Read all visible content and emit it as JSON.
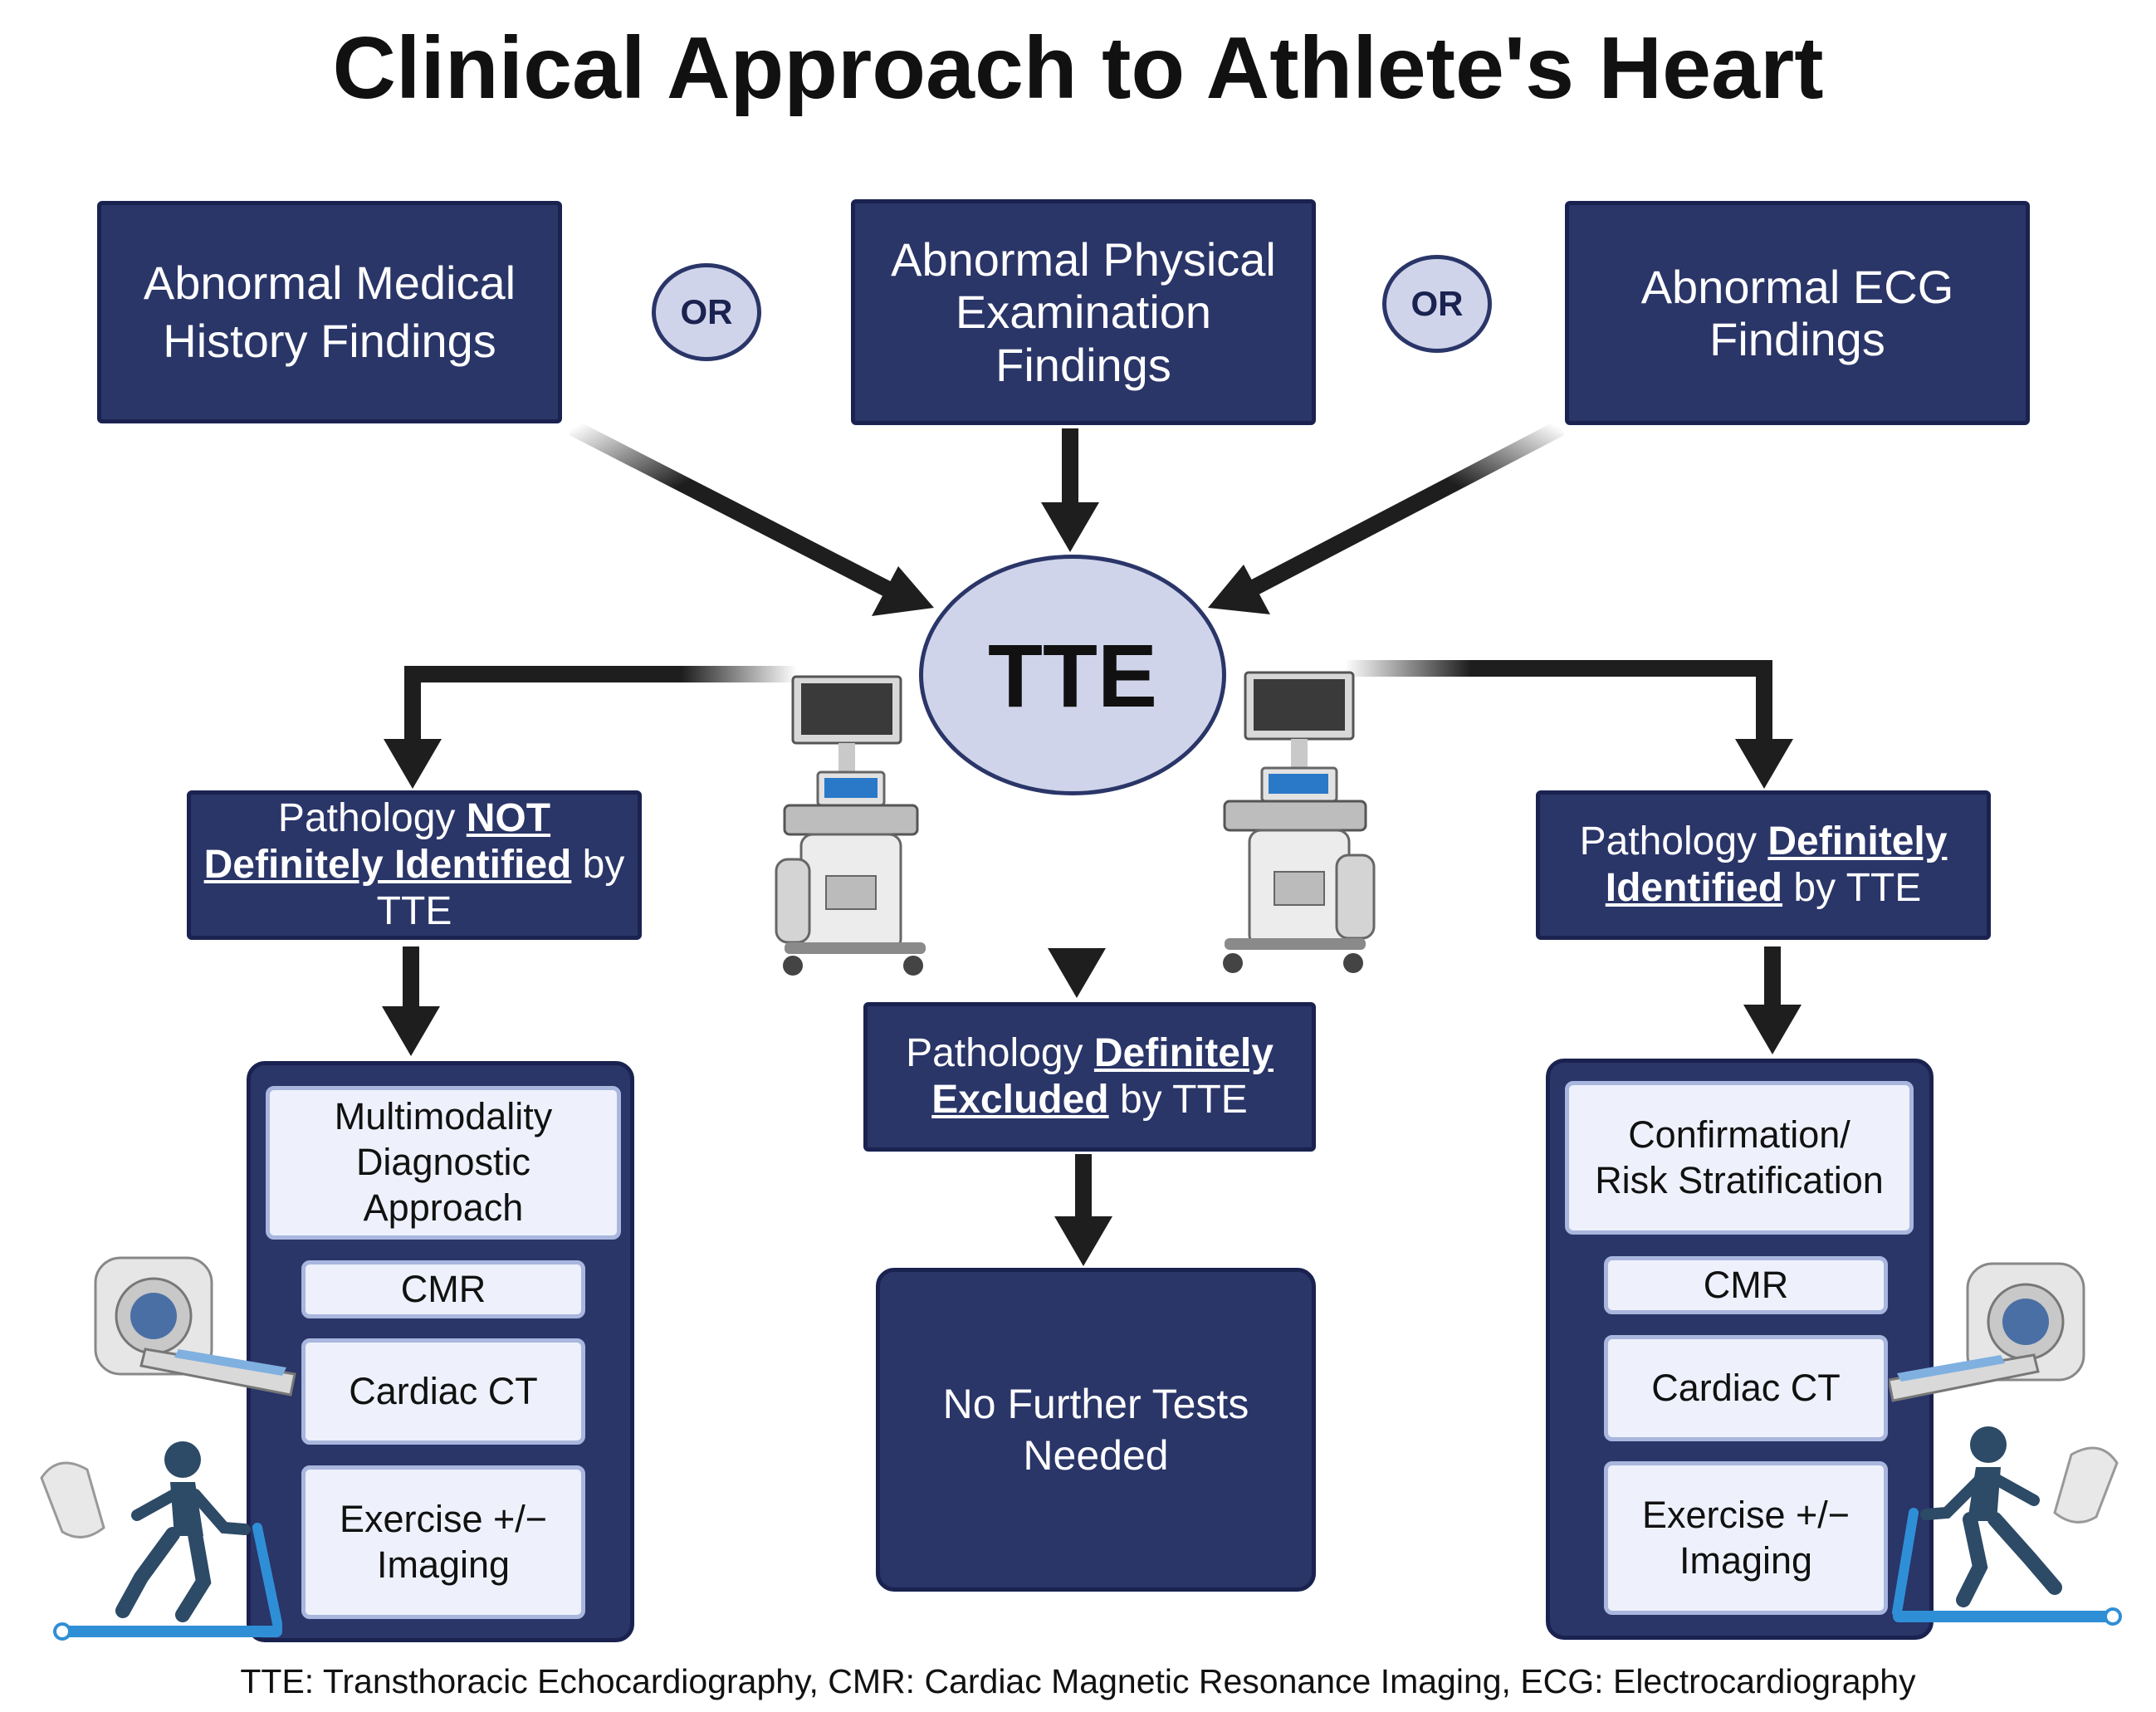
{
  "title": "Clinical Approach to Athlete's Heart",
  "top_boxes": {
    "history": [
      "Abnormal Medical",
      "History Findings"
    ],
    "physical": [
      "Abnormal Physical",
      "Examination",
      "Findings"
    ],
    "ecg": [
      "Abnormal ECG",
      "Findings"
    ]
  },
  "or_label": "OR",
  "tte_label": "TTE",
  "left_branch": {
    "pre": "Pathology ",
    "bold1": "NOT",
    "bold2": "Definitely Identified",
    "post": " by",
    "last": "TTE"
  },
  "center_branch": {
    "pre": "Pathology ",
    "bold1": "Definitely",
    "bold2": "Excluded",
    "post": " by TTE"
  },
  "right_branch": {
    "pre": "Pathology ",
    "bold1": "Definitely",
    "bold2": "Identified",
    "post": " by TTE"
  },
  "left_panel": {
    "header": [
      "Multimodality",
      "Diagnostic",
      "Approach"
    ],
    "cmr": "CMR",
    "ct": "Cardiac CT",
    "exercise": [
      "Exercise +/−",
      "Imaging"
    ]
  },
  "right_panel": {
    "header": [
      "Confirmation/",
      "Risk Stratification"
    ],
    "cmr": "CMR",
    "ct": "Cardiac CT",
    "exercise": [
      "Exercise +/−",
      "Imaging"
    ]
  },
  "no_further": [
    "No Further Tests",
    "Needed"
  ],
  "footer": "TTE: Transthoracic Echocardiography,  CMR: Cardiac Magnetic Resonance Imaging,  ECG: Electrocardiography",
  "colors": {
    "navy": "#2a3568",
    "light_blue_fill": "#cfd4ea",
    "light_box_fill": "#eef1fb",
    "arrow": "#1e1e1e",
    "treadmill_blue": "#2f8fd6",
    "runner": "#2d4a66"
  }
}
